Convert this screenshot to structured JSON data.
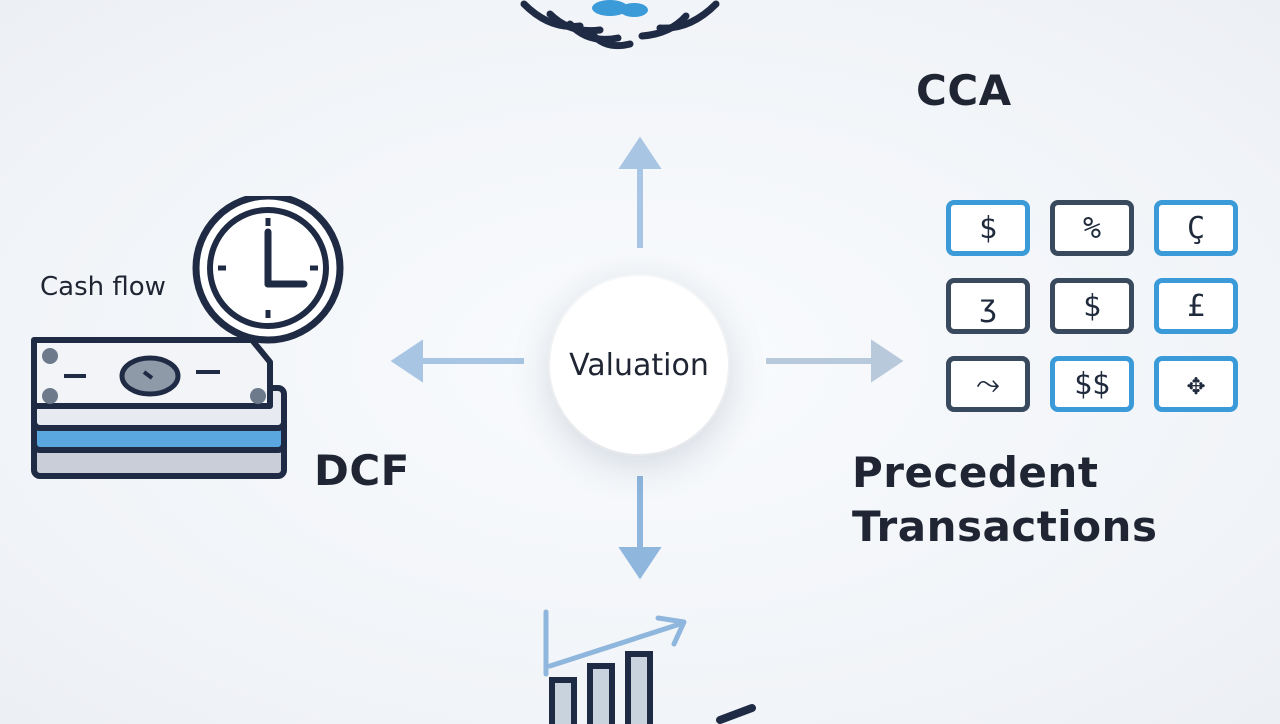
{
  "center": {
    "label": "Valuation"
  },
  "dcf": {
    "cash_flow_label": "Cash flow",
    "title": "DCF"
  },
  "cca": {
    "title": "CCA"
  },
  "precedent": {
    "title_line1": "Precedent",
    "title_line2": "Transactions"
  },
  "tiles": [
    {
      "symbol": "$",
      "style": "blue"
    },
    {
      "symbol": "%",
      "style": "dark"
    },
    {
      "symbol": "Ç",
      "style": "blue"
    },
    {
      "symbol": "ʒ",
      "style": "dark"
    },
    {
      "symbol": "$",
      "style": "dark"
    },
    {
      "symbol": "£",
      "style": "blue"
    },
    {
      "symbol": "⤳",
      "style": "dark"
    },
    {
      "symbol": "$$",
      "style": "blue"
    },
    {
      "symbol": "✥",
      "style": "blue"
    }
  ],
  "colors": {
    "arrow": "#8fb6dd",
    "accent_blue": "#3b9ad8",
    "dark_stroke": "#1f2a44",
    "text": "#1f2533"
  },
  "icons": {
    "top": "handshake-icon",
    "left": "money-stack-clock-icon",
    "right": "currency-tiles-icon",
    "bottom": "bar-chart-growth-icon"
  }
}
